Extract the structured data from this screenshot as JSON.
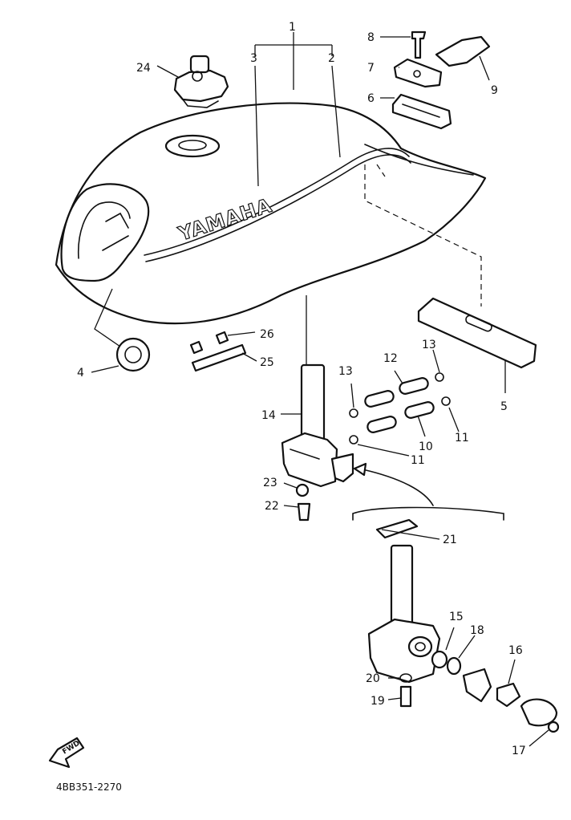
{
  "brand_text": "YAMAHA",
  "reference_code": "4BB351-2270",
  "forward_label": "FWD",
  "callouts": {
    "c1": "1",
    "c2": "2",
    "c3": "3",
    "c4": "4",
    "c5": "5",
    "c6": "6",
    "c7": "7",
    "c8": "8",
    "c9": "9",
    "c10": "10",
    "c11a": "11",
    "c11b": "11",
    "c12": "12",
    "c13a": "13",
    "c13b": "13",
    "c14": "14",
    "c15": "15",
    "c16": "16",
    "c17": "17",
    "c18": "18",
    "c19": "19",
    "c20": "20",
    "c21": "21",
    "c22": "22",
    "c23": "23",
    "c24": "24",
    "c25": "25",
    "c26": "26"
  }
}
